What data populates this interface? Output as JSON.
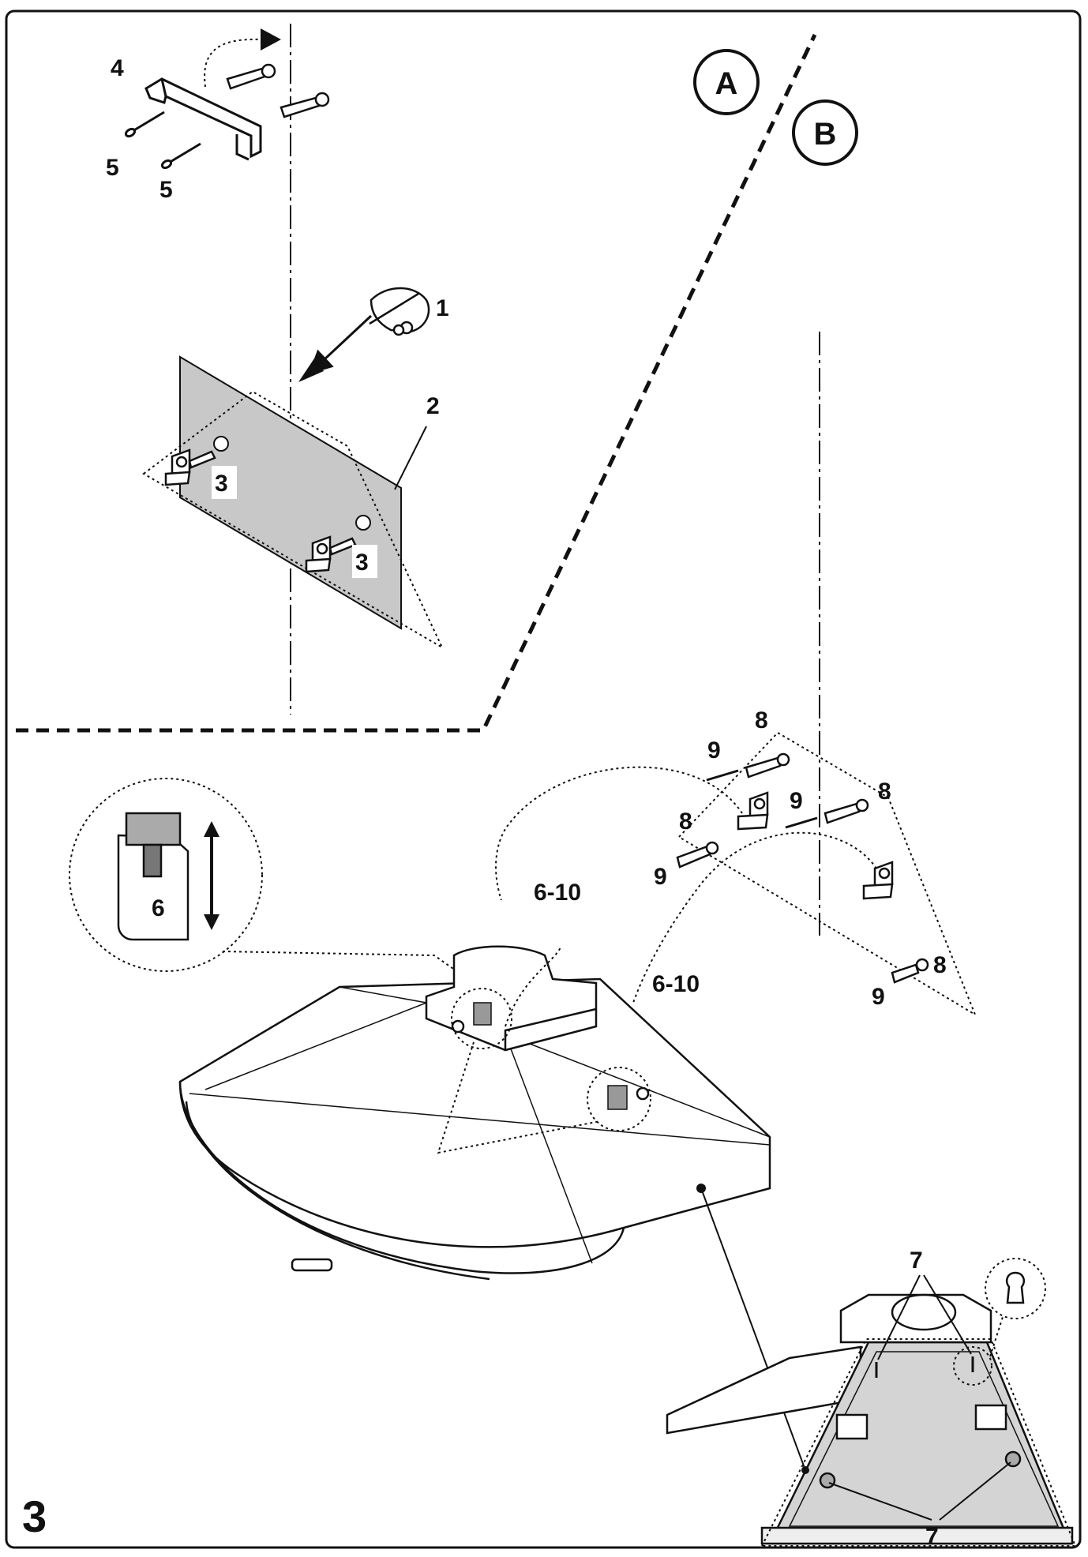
{
  "section_labels": {
    "a": "A",
    "b": "B"
  },
  "step_number": "3",
  "callouts": {
    "c1": "1",
    "c2": "2",
    "c3a": "3",
    "c3b": "3",
    "c4": "4",
    "c5a": "5",
    "c5b": "5",
    "c6": "6",
    "c6_10a": "6-10",
    "c6_10b": "6-10",
    "c7a": "7",
    "c7b": "7",
    "c8a": "8",
    "c8b": "8",
    "c8c": "8",
    "c8d": "8",
    "c9a": "9",
    "c9b": "9",
    "c9c": "9",
    "c9d": "9"
  },
  "colors": {
    "line": "#111111",
    "template_fill": "#c8c8c8",
    "panel_fill": "#d4d4d4",
    "background": "#ffffff"
  }
}
